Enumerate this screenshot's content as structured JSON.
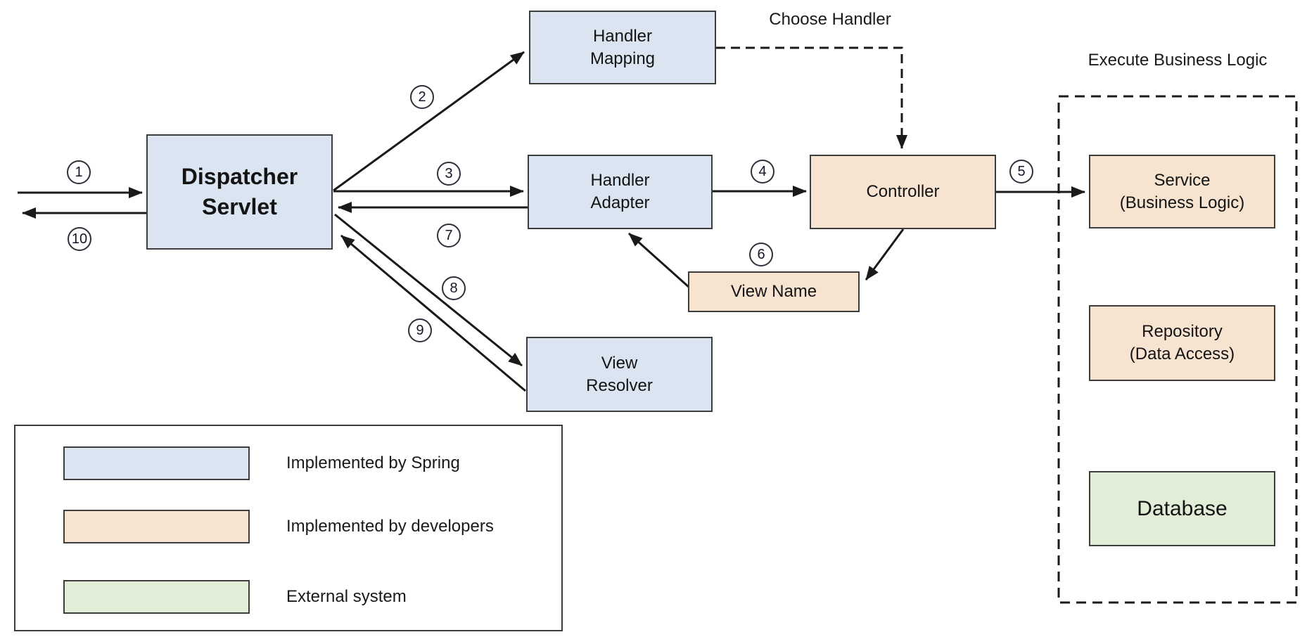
{
  "diagram": {
    "nodes": {
      "dispatcher_servlet": {
        "line1": "Dispatcher",
        "line2": "Servlet"
      },
      "handler_mapping": {
        "line1": "Handler",
        "line2": "Mapping"
      },
      "handler_adapter": {
        "line1": "Handler",
        "line2": "Adapter"
      },
      "view_resolver": {
        "line1": "View",
        "line2": "Resolver"
      },
      "controller": {
        "label": "Controller"
      },
      "view_name": {
        "label": "View Name"
      },
      "service": {
        "line1": "Service",
        "line2": "(Business Logic)"
      },
      "repository": {
        "line1": "Repository",
        "line2": "(Data Access)"
      },
      "database": {
        "label": "Database"
      }
    },
    "annotations": {
      "choose_handler": "Choose Handler",
      "execute_business_logic": "Execute Business Logic"
    },
    "steps": [
      "1",
      "2",
      "3",
      "4",
      "5",
      "6",
      "7",
      "8",
      "9",
      "10"
    ]
  },
  "legend": {
    "items": [
      {
        "label": "Implemented by Spring",
        "color": "#dbe5f2"
      },
      {
        "label": "Implemented by developers",
        "color": "#f6e3d0"
      },
      {
        "label": "External system",
        "color": "#e1edd6"
      }
    ]
  },
  "colors": {
    "implemented_by_spring": "#dbe5f2",
    "implemented_by_developers": "#f6e3d0",
    "external_system": "#e1edd6",
    "box_border": "#3d3d3d",
    "arrow": "#1a1a1a"
  }
}
